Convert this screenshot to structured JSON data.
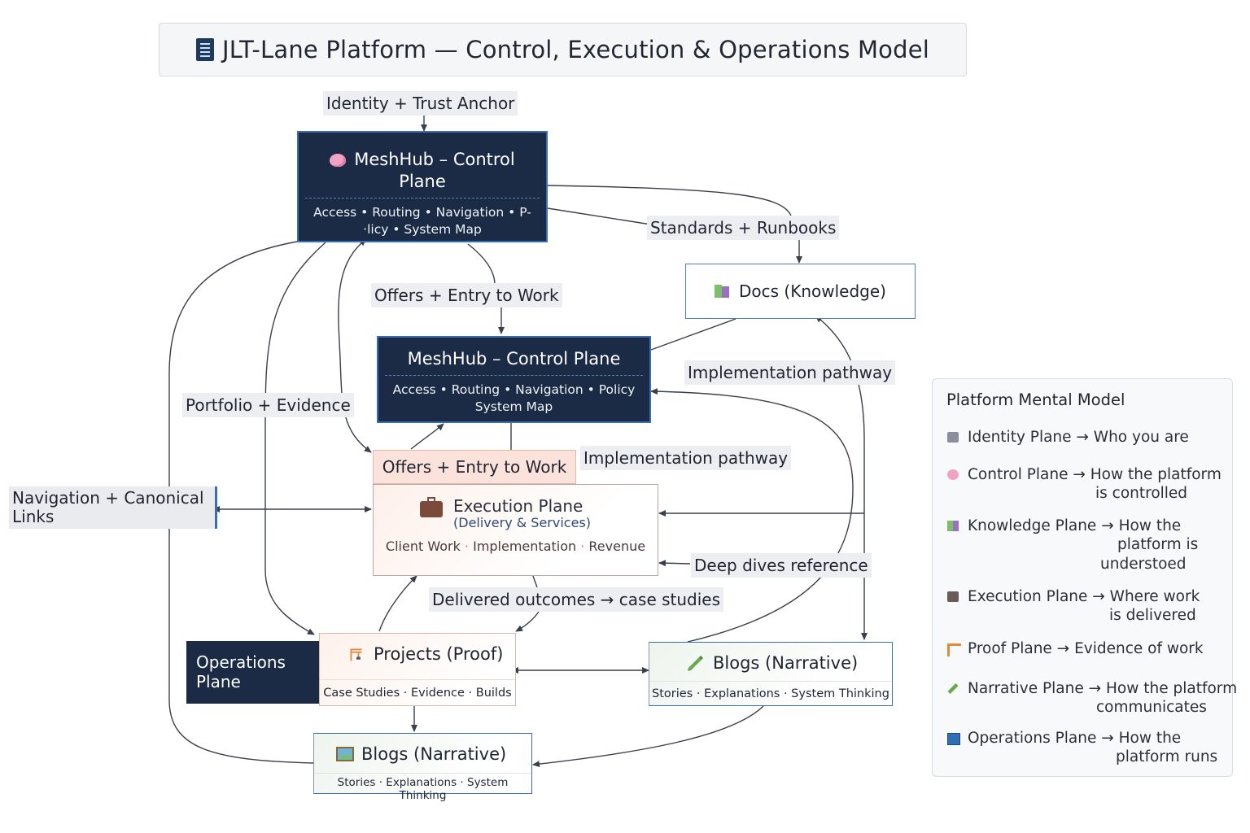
{
  "title": "JLT-Lane Platform — Control, Execution & Operations Model",
  "edge_labels": {
    "identity": "Identity + Trust Anchor",
    "standards": "Standards + Runbooks",
    "offers_top": "Offers + Entry to Work",
    "implementation_top": "Implementation pathway",
    "portfolio": "Portfolio + Evidence",
    "implementation_mid": "Implementation pathway",
    "deep_dives": "Deep dives reference",
    "delivered": "Delivered outcomes → case studies"
  },
  "nodes": {
    "control_top": {
      "title_line1": "MeshHub – Control",
      "title_line2": "Plane",
      "sub_line1": "Access • Routing • Navigation • P-",
      "sub_line2": "·licy • System Map"
    },
    "control_mid": {
      "title": "MeshHub – Control Plane",
      "sub_line1": "Access • Routing • Navigation • Policy",
      "sub_line2": "System Map"
    },
    "docs": {
      "label": "Docs (Knowledge)"
    },
    "offers_tab": {
      "label": "Offers + Entry to Work"
    },
    "execution": {
      "title": "Execution Plane",
      "subtitle": "(Delivery & Services)",
      "items": [
        "Client Work",
        "Implementation",
        "Revenue"
      ]
    },
    "projects": {
      "title": "Projects (Proof)",
      "sub": "Case Studies · Evidence · Builds"
    },
    "operations": {
      "line1": "Operations",
      "line2": "Plane"
    },
    "blogs_right": {
      "title": "Blogs (Narrative)",
      "sub": "Stories · Explanations · System Thinking"
    },
    "blogs_bottom": {
      "title": "Blogs (Narrative)",
      "sub": "Stories · Explanations · System Thinking"
    },
    "navigation": {
      "line1": "Navigation + Canonical",
      "line2": "Links"
    }
  },
  "legend": {
    "title": "Platform Mental Model",
    "rows": [
      {
        "icon": "identity-icon",
        "color": "#8a8f99",
        "text": "Identity Plane → Who you are",
        "cont": ""
      },
      {
        "icon": "brain-icon",
        "color": "#f2a3c4",
        "text": "Control Plane → How the platform",
        "cont": "is controlled"
      },
      {
        "icon": "books-icon",
        "color": "#7cbf6a",
        "text": "Knowledge Plane → How the",
        "cont": "platform is",
        "cont2": "understoed"
      },
      {
        "icon": "briefcase-icon",
        "color": "#6a5a5a",
        "text": "Execution Plane → Where work",
        "cont": "is delivered"
      },
      {
        "icon": "crane-icon",
        "color": "#e08a3a",
        "text": "Proof Plane → Evidence of work",
        "cont": ""
      },
      {
        "icon": "pencil-icon",
        "color": "#6aa84f",
        "text": "Narrative Plane → How the platform",
        "cont": "communicates"
      },
      {
        "icon": "square-icon",
        "color": "#2f6db5",
        "text": "Operations Plane → How the",
        "cont": "platform runs"
      }
    ]
  }
}
